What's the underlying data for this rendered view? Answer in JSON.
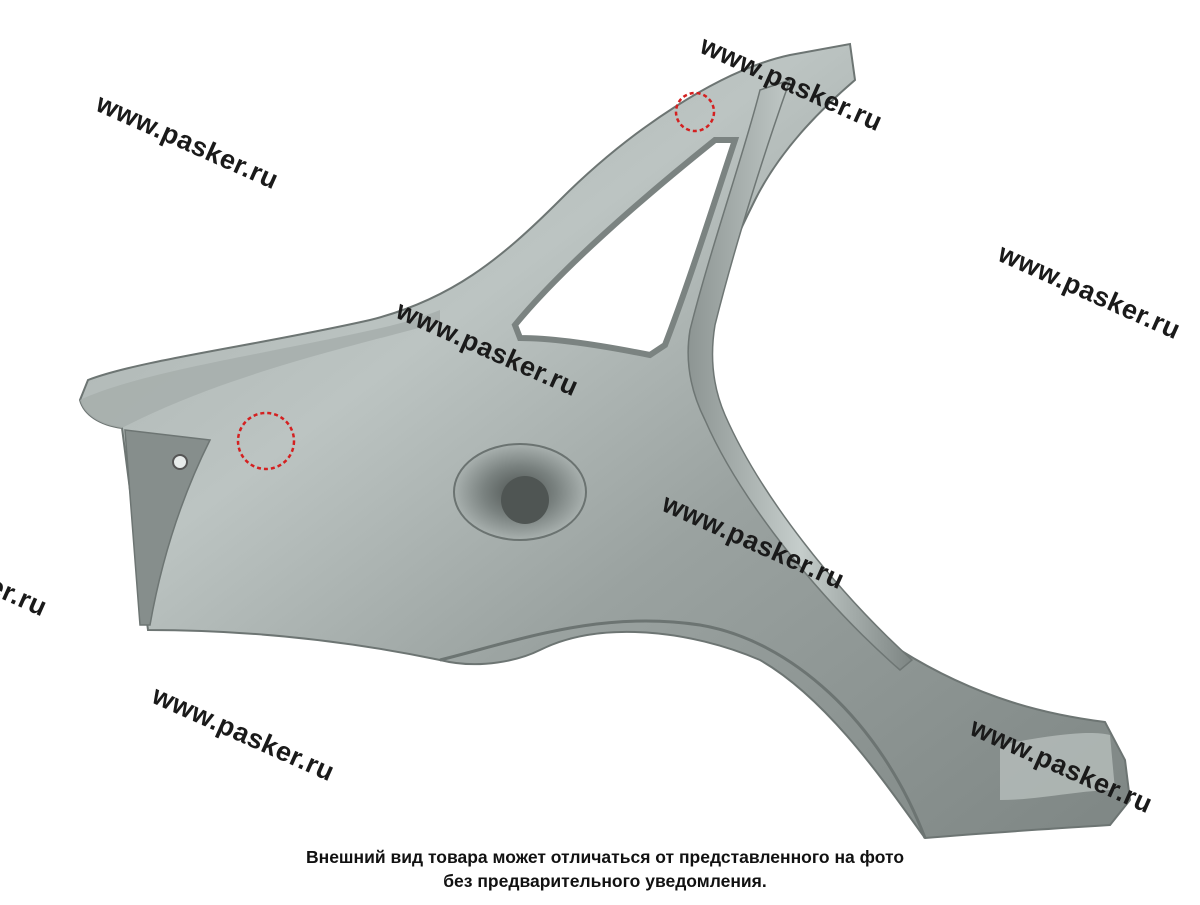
{
  "watermark_text": "www.pasker.ru",
  "watermark_partial": "er.ru",
  "caption": {
    "line1": "Внешний вид товара может отличаться от представленного на фото",
    "line2": "без предварительного уведомления."
  },
  "colors": {
    "panel": "#8f9795",
    "panel_light": "#b9c1bf",
    "panel_dark": "#5f6664",
    "defect_marker": "#d42020"
  }
}
